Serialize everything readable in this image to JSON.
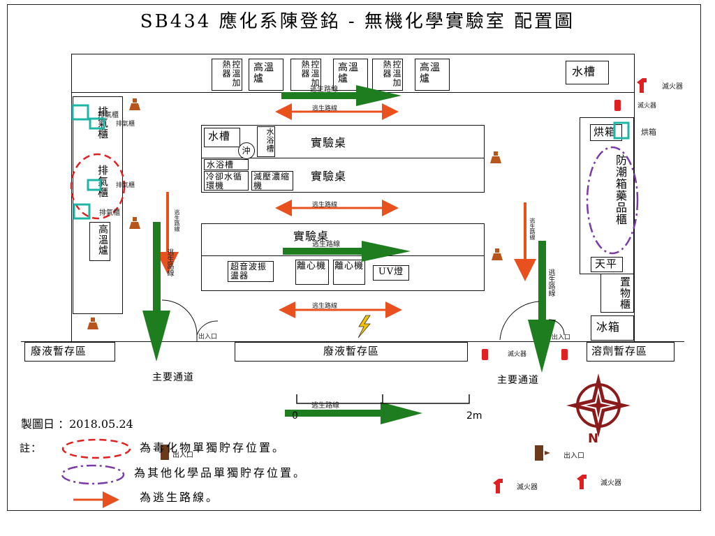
{
  "title": "SB434 應化系陳登銘 - 無機化學實驗室 配置圖",
  "equipment": {
    "furnace_controllers": [
      "控溫",
      "加熱器"
    ],
    "furnace": "高溫爐",
    "sink_top": "水槽",
    "sink_bench": "水槽",
    "water_bath_a": "水浴槽",
    "water_bath_b": "水浴槽",
    "flush": "沖",
    "chiller": "冷卻水循環機",
    "rotavap": "減壓濃縮機",
    "bench_1": "實驗桌",
    "bench_2": "實驗桌",
    "bench_3": "實驗桌",
    "ultrasonic": "超音波振盪器",
    "centrifuge_a": "離心機",
    "centrifuge_b": "離心機",
    "uv_lamp": "UV燈",
    "exhaust_cabinet": "排氣櫃",
    "exhaust_small_a": "排氣櫃",
    "exhaust_small_b": "排氣櫃",
    "exhaust_small_c": "排氣櫃",
    "exhaust_small_d": "排氣櫃",
    "exhaust_small_e": "排氣櫃",
    "furnace_left": "高溫爐",
    "oven": "烘箱",
    "oven_label": "烘箱",
    "dry_cabinet": "防潮箱藥品櫃",
    "balance": "天平",
    "storage_cabinet": "置物櫃",
    "fridge": "冰箱",
    "waste_left": "廢液暫存區",
    "waste_mid": "廢液暫存區",
    "reagent_area": "溶劑暫存區"
  },
  "routes": {
    "escape": "逃生路線",
    "main_corridor": "主要通道",
    "exit": "出入口",
    "extinguisher": "滅火器"
  },
  "scale": {
    "start": "0",
    "end": "2m"
  },
  "compass": "N",
  "legend": {
    "date": "製圖日 ：2018.05.24",
    "note_prefix": "註：",
    "red_circle": "為毒化物單獨貯存位置。",
    "purple_circle": "為其他化學品單獨貯存位置。",
    "red_arrow": "為逃生路線。"
  },
  "colors": {
    "escape_red": "#e8501e",
    "corridor_green": "#1e7d1e",
    "teal": "#1fb5a6",
    "compass": "#8b1a1a",
    "purple": "#7a3aa8"
  }
}
